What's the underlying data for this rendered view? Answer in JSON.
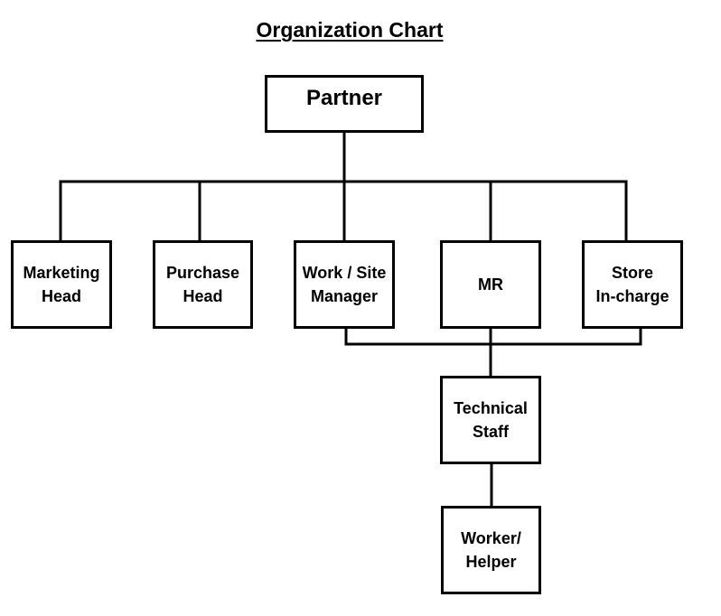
{
  "title": "Organization Chart",
  "nodes": {
    "partner": "Partner",
    "marketing_head": [
      "Marketing",
      "Head"
    ],
    "purchase_head": [
      "Purchase",
      "Head"
    ],
    "work_site_manager": [
      "Work / Site",
      "Manager"
    ],
    "mr": "MR",
    "store_incharge": [
      "Store",
      "In-charge"
    ],
    "technical_staff": [
      "Technical",
      "Staff"
    ],
    "worker_helper": [
      "Worker/",
      "Helper"
    ]
  }
}
